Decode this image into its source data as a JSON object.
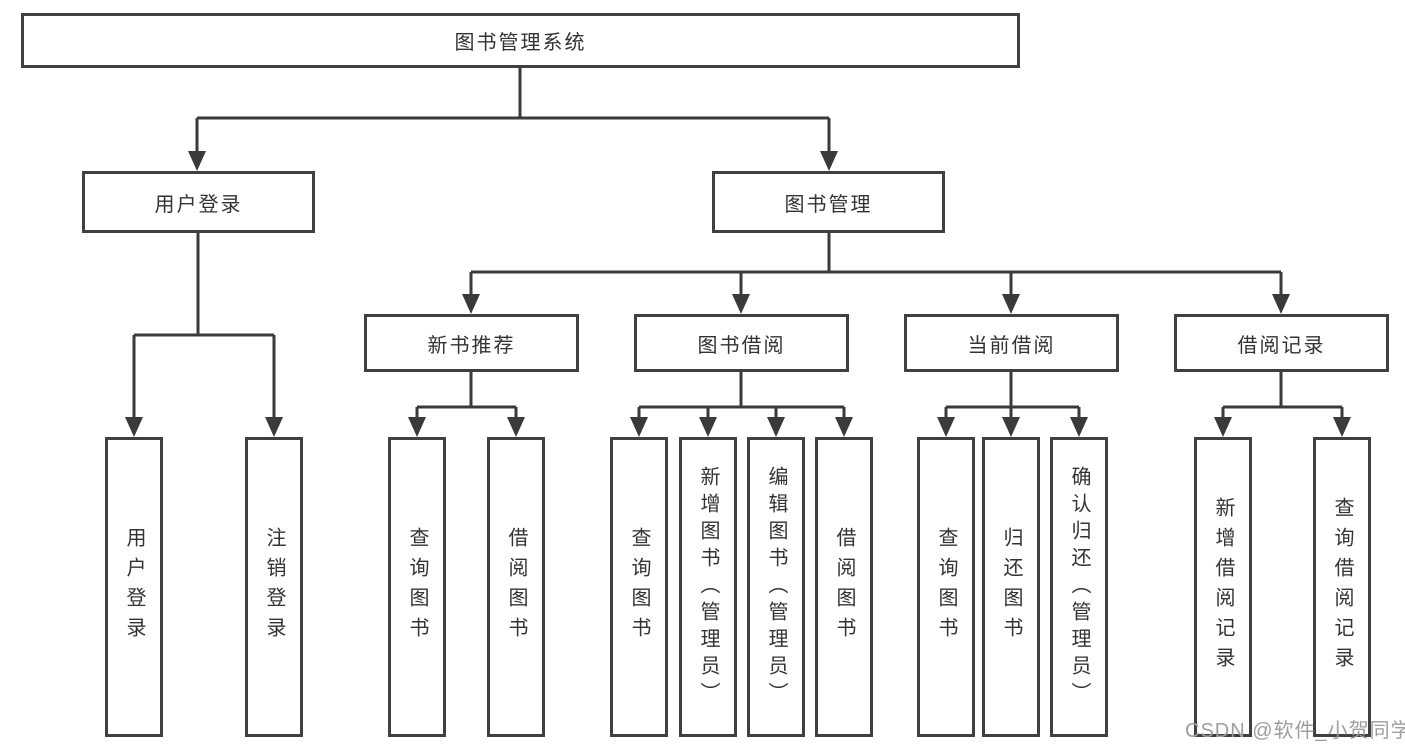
{
  "diagram": {
    "root": {
      "label": "图书管理系统"
    },
    "level2": {
      "user_login": {
        "label": "用户登录"
      },
      "book_management": {
        "label": "图书管理"
      }
    },
    "level3": {
      "new_book_recommend": {
        "label": "新书推荐"
      },
      "book_borrow": {
        "label": "图书借阅"
      },
      "current_borrow": {
        "label": "当前借阅"
      },
      "borrow_records": {
        "label": "借阅记录"
      }
    },
    "leaves": {
      "user_login": {
        "label": "用户登录"
      },
      "logout": {
        "label": "注销登录"
      },
      "recommend_query_books": {
        "label": "查询图书"
      },
      "recommend_borrow_books": {
        "label": "借阅图书"
      },
      "borrow_query_books": {
        "label": "查询图书"
      },
      "add_books_admin": {
        "label": "新增图书（管理员）"
      },
      "edit_books_admin": {
        "label": "编辑图书（管理员）"
      },
      "borrow_books": {
        "label": "借阅图书"
      },
      "current_query_books": {
        "label": "查询图书"
      },
      "return_books": {
        "label": "归还图书"
      },
      "confirm_return_admin": {
        "label": "确认归还（管理员）"
      },
      "add_borrow_record": {
        "label": "新增借阅记录"
      },
      "query_borrow_record": {
        "label": "查询借阅记录"
      }
    },
    "watermark": "CSDN @软件_小贺同学",
    "colors": {
      "line": "#3a3a3a",
      "box_border": "#404040",
      "text": "#333333",
      "watermark": "#9e9e9e",
      "background": "#ffffff"
    }
  }
}
